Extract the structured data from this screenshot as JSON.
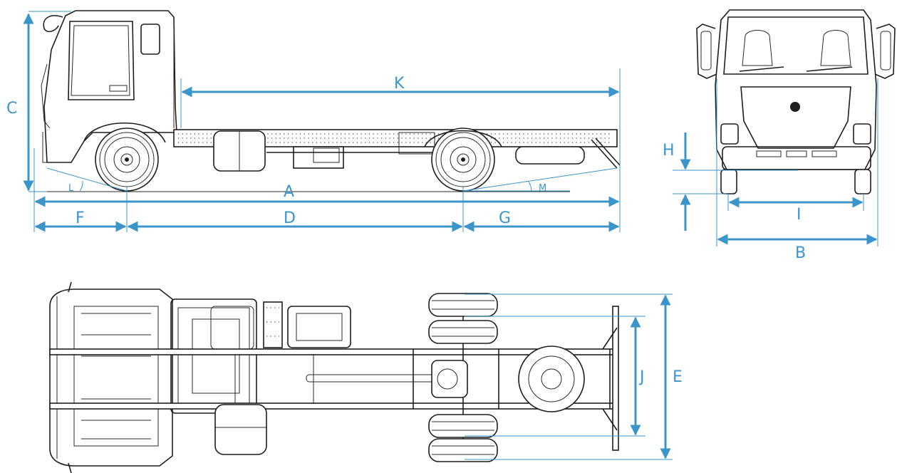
{
  "colors": {
    "dimension": "#3b95c8",
    "ink": "#1e1e1e",
    "background": "#ffffff"
  },
  "labels": {
    "A": "A",
    "B": "B",
    "C": "C",
    "D": "D",
    "E": "E",
    "F": "F",
    "G": "G",
    "H": "H",
    "I": "I",
    "J": "J",
    "K": "K",
    "L": "L",
    "M": "M"
  }
}
